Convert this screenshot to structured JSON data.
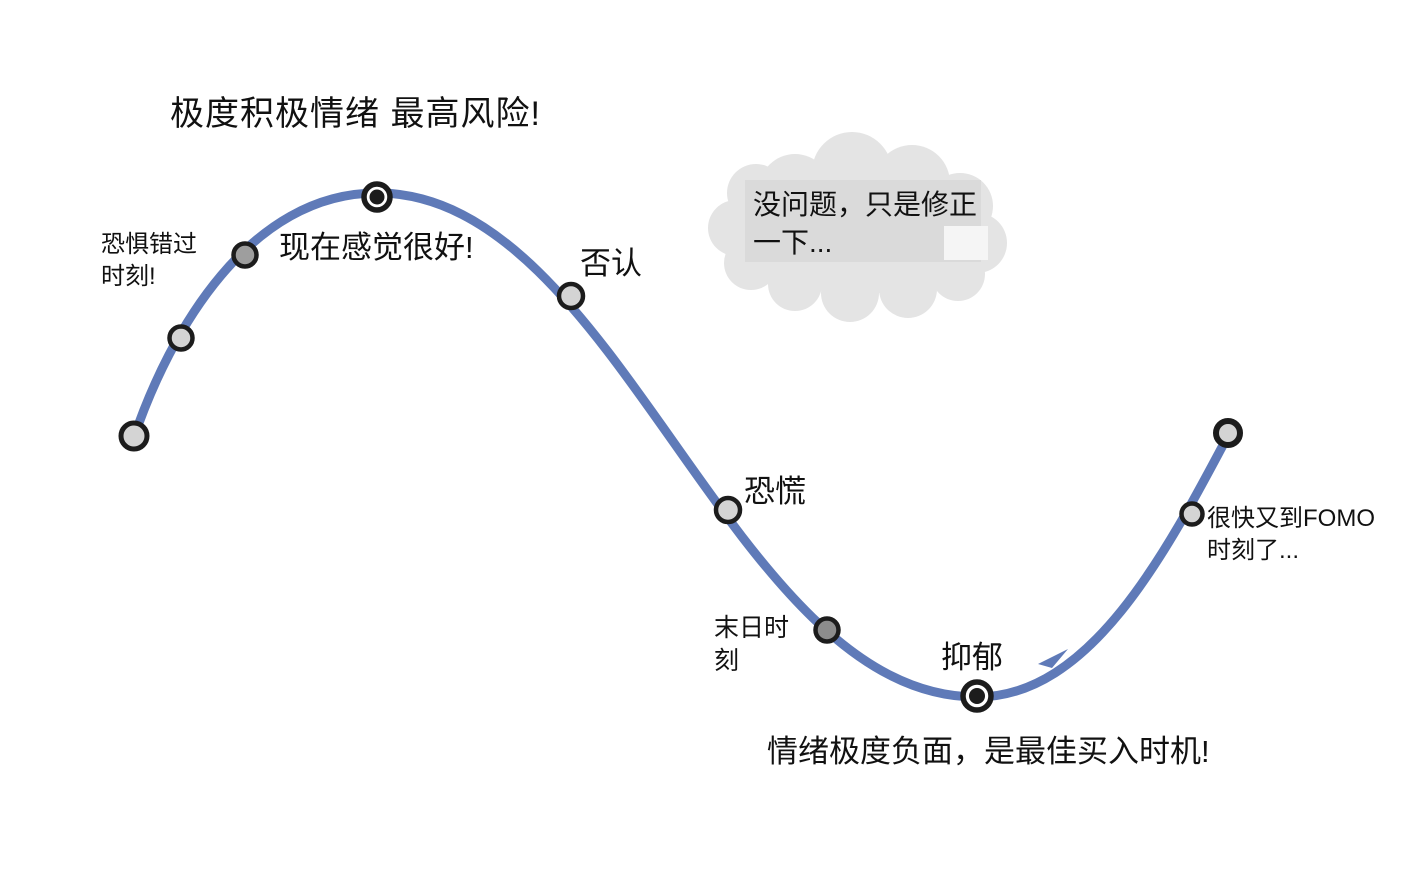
{
  "diagram": {
    "title": "极度积极情绪 最高风险!",
    "stages": {
      "fomo_start": "恐惧错过时刻!",
      "feeling_good": "现在感觉很好!",
      "denial": "否认",
      "panic": "恐慌",
      "doomsday": "末日时刻",
      "depression": "抑郁"
    },
    "annotations": {
      "bubble": "没问题，只是修正一下...",
      "best_buy": "情绪极度负面，是最佳买入时机!",
      "fomo_again": "很快又到FOMO时刻了..."
    },
    "colors": {
      "curve": "#5f7ab8",
      "dot_light": "#d4d4d4",
      "dot_medium": "#9e9e9e",
      "dot_dark": "#8c8c8c",
      "dot_ring": "#1c1c1c",
      "cloud": "#e4e4e4",
      "cloud_box": "#dadada"
    }
  }
}
